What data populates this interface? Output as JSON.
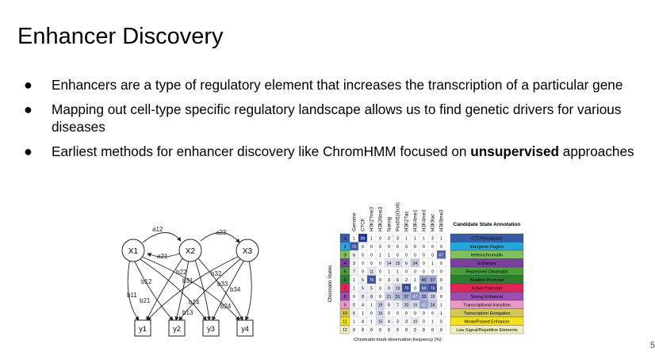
{
  "slide": {
    "title": "Enhancer Discovery",
    "page_number": "5",
    "bullets": [
      {
        "text": "Enhancers are a type of regulatory element that increases the transcription of a particular gene"
      },
      {
        "text": "Mapping out cell-type specific regulatory landscape allows us to find genetic drivers for various diseases"
      },
      {
        "pre": "Earliest methods for enhancer discovery like ChromHMM focused on ",
        "bold": "unsupervised",
        "post": " approaches"
      }
    ]
  },
  "hmm_diagram": {
    "hidden_nodes": [
      "X1",
      "X2",
      "X3"
    ],
    "observed_nodes": [
      "y1",
      "y2",
      "y3",
      "y4"
    ],
    "edge_labels": [
      "a12",
      "a23",
      "a21",
      "b11",
      "b12",
      "b21",
      "b22",
      "b31",
      "b32",
      "b33",
      "b34",
      "b13",
      "b14",
      "b24"
    ]
  },
  "chromhmm": {
    "marks": [
      "Genome",
      "CTCF",
      "H3K27me3",
      "H3K36me3",
      "Nanog",
      "Pou5f1(Oct4)",
      "H3K27ac",
      "H3K4me1",
      "H3K4me3",
      "H3K9ac",
      "H3K9me3"
    ],
    "state_axis_label": "Chromatin States",
    "x_axis_label": "Chromatin mark observation frequency (%)",
    "annotation_header": "Candidate State Annotation",
    "states": [
      {
        "n": "1",
        "color": "#3a5aa6",
        "values": [
          "1",
          "89",
          "1",
          "0",
          "2",
          "3",
          "1",
          "1",
          "1",
          "2",
          "1"
        ],
        "annotation": "CTCF(Insulator)"
      },
      {
        "n": "2",
        "color": "#27a6de",
        "values": [
          "72",
          "0",
          "0",
          "0",
          "0",
          "0",
          "0",
          "0",
          "0",
          "0",
          "0"
        ],
        "annotation": "Intergenic Region"
      },
      {
        "n": "3",
        "color": "#7fbf5e",
        "values": [
          "6",
          "0",
          "0",
          "1",
          "1",
          "0",
          "0",
          "0",
          "0",
          "0",
          "67"
        ],
        "annotation": "Heterochromatin"
      },
      {
        "n": "4",
        "color": "#7b3fa0",
        "values": [
          "3",
          "0",
          "0",
          "0",
          "14",
          "15",
          "6",
          "24",
          "0",
          "1",
          "0"
        ],
        "annotation": "Enhancer"
      },
      {
        "n": "5",
        "color": "#4c9b3c",
        "values": [
          "7",
          "0",
          "11",
          "0",
          "1",
          "1",
          "0",
          "0",
          "0",
          "0",
          "0"
        ],
        "annotation": "Repressed Chromatin"
      },
      {
        "n": "6",
        "color": "#2f7d32",
        "values": [
          "1",
          "5",
          "76",
          "0",
          "3",
          "6",
          "2",
          "1",
          "40",
          "37",
          "0"
        ],
        "annotation": "Bivalent Promoter"
      },
      {
        "n": "7",
        "color": "#e0245a",
        "values": [
          "1",
          "5",
          "5",
          "0",
          "9",
          "19",
          "79",
          "0",
          "69",
          "78",
          "0"
        ],
        "annotation": "Active Promoter"
      },
      {
        "n": "8",
        "color": "#9a4fb0",
        "values": [
          "0",
          "8",
          "8",
          "0",
          "21",
          "31",
          "37",
          "47",
          "35",
          "19",
          "0"
        ],
        "annotation": "Strong Enhancer"
      },
      {
        "n": "9",
        "color": "#e69ac4",
        "values": [
          "0",
          "4",
          "1",
          "19",
          "5",
          "7",
          "20",
          "15",
          "41",
          "24",
          "1"
        ],
        "annotation": "Transcriptional transition"
      },
      {
        "n": "10",
        "color": "#d4c85a",
        "values": [
          "5",
          "1",
          "0",
          "16",
          "0",
          "0",
          "0",
          "0",
          "0",
          "0",
          "1"
        ],
        "annotation": "Transcription Elongation"
      },
      {
        "n": "11",
        "color": "#f2e21b",
        "values": [
          "1",
          "4",
          "1",
          "15",
          "4",
          "3",
          "3",
          "10",
          "0",
          "1",
          "0"
        ],
        "annotation": "Weak/Poised Enhancer"
      },
      {
        "n": "12",
        "color": "#f2eec0",
        "values": [
          "0",
          "0",
          "0",
          "0",
          "0",
          "0",
          "0",
          "0",
          "0",
          "0",
          "0"
        ],
        "annotation": "Low Signal/Repetitive Elements"
      }
    ]
  },
  "colors": {
    "heat_high": "#1a2f8c",
    "heat_low": "#ffffff"
  }
}
